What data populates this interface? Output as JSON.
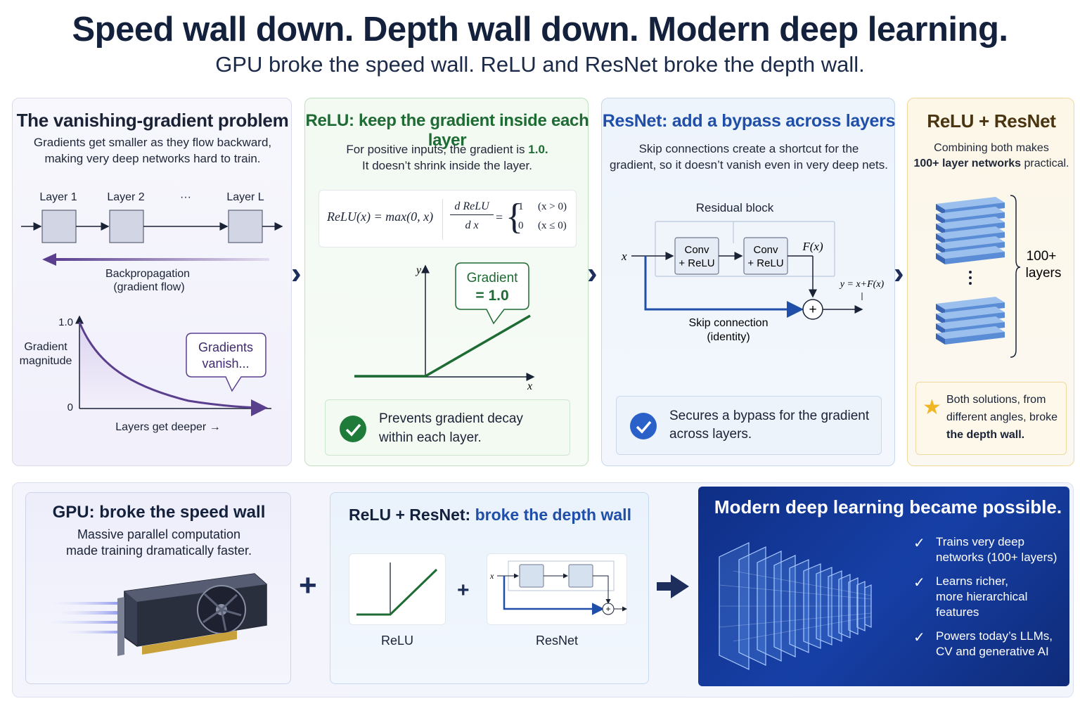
{
  "header": {
    "title": "Speed wall down. Depth wall down. Modern deep learning.",
    "subtitle": "GPU broke the speed wall. ReLU and ResNet broke the depth wall."
  },
  "card1": {
    "title": "The vanishing-gradient problem",
    "body_line1": "Gradients get smaller as they flow backward,",
    "body_line2": "making very deep networks hard to train.",
    "layer1": "Layer 1",
    "layer2": "Layer 2",
    "ellipsis": "···",
    "layerL": "Layer L",
    "backprop_line1": "Backpropagation",
    "backprop_line2": "(gradient flow)",
    "y_max": "1.0",
    "y_min": "0",
    "ylabel_line1": "Gradient",
    "ylabel_line2": "magnitude",
    "xlabel": "Layers get deeper →",
    "bubble_line1": "Gradients",
    "bubble_line2": "vanish..."
  },
  "card2": {
    "title": "ReLU: keep the gradient inside each layer",
    "body_line1_a": "For positive inputs, the gradient is ",
    "body_line1_b": "1.0.",
    "body_line2": "It doesn’t shrink inside the layer.",
    "formula_lhs": "ReLU(x) = max(0, x)",
    "deriv_num": "d ReLU",
    "deriv_den": "d x",
    "case1_val": "1",
    "case1_cond": "(x > 0)",
    "case2_val": "0",
    "case2_cond": "(x ≤ 0)",
    "axis_y": "y",
    "axis_x": "x",
    "bubble_line1": "Gradient",
    "bubble_line2": "= 1.0",
    "result_line1": "Prevents gradient decay",
    "result_line2": "within each layer."
  },
  "card3": {
    "title": "ResNet: add a bypass across layers",
    "body_line1": "Skip connections create a shortcut for the",
    "body_line2": "gradient, so it doesn’t vanish even in very deep nets.",
    "block_label": "Residual block",
    "input": "x",
    "conv1_line1": "Conv",
    "conv1_line2": "+ ReLU",
    "conv2_line1": "Conv",
    "conv2_line2": "+ ReLU",
    "fx": "F(x)",
    "output": "y = x+F(x)",
    "skip_line1": "Skip connection",
    "skip_line2": "(identity)",
    "result_line1": "Secures a bypass for the gradient",
    "result_line2": "across layers."
  },
  "card4": {
    "title": "ReLU + ResNet",
    "body_line1": "Combining both makes",
    "body_bold": "100+ layer networks",
    "body_rest": " practical.",
    "layers_line1": "100+",
    "layers_line2": "layers",
    "note_line1": "Both solutions, from",
    "note_line2": "different angles, broke",
    "note_line3": "the depth wall."
  },
  "bottom": {
    "gpu_title": "GPU: broke the speed wall",
    "gpu_line1": "Massive parallel computation",
    "gpu_line2": "made training dramatically faster.",
    "plus": "+",
    "depth_title_a": "ReLU + ResNet: ",
    "depth_title_b": "broke the depth wall",
    "relu_label": "ReLU",
    "resnet_label": "ResNet",
    "mini_x": "x",
    "modern_title": "Modern deep learning became possible.",
    "items": [
      {
        "line1": "Trains very deep",
        "line2": "networks (100+ layers)"
      },
      {
        "line1": "Learns richer,",
        "line2": "more hierarchical features"
      },
      {
        "line1": "Powers today’s LLMs,",
        "line2": "CV and generative AI"
      }
    ]
  },
  "colors": {
    "navy": "#14213d",
    "green": "#1e6b34",
    "blue": "#1f4fa8",
    "gold_title": "#4a3510",
    "purple": "#5b3f8f"
  }
}
